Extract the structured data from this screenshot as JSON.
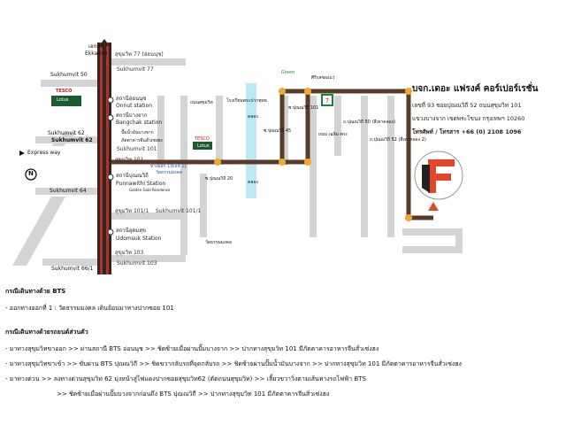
{
  "map": {
    "roads_left": {
      "ekkamai_th": "เอกมัย",
      "ekkamai": "Ekkamai",
      "sukhumvit50": "Sukhumvit 50",
      "sukhumvit62_a": "Sukhumvit 62",
      "sukhumvit62_b": "Sukhumvit 62",
      "expressway": "Express way",
      "sukhumvit64": "Sukhumvit 64",
      "sukhumvit66_1": "Sukhumvit 66/1"
    },
    "roads_right": {
      "s77_th": "สุขุมวิท 77 (อ่อนนุช)",
      "s77": "Sukhumvit 77",
      "s101_th": "สุขุมวิท 101",
      "s101": "Sukhumvit 101",
      "s101_1_th": "สุขุมวิท 101/1",
      "s101_1": "Sukhumvit 101/1",
      "s103_th": "สุขุมวิท 103",
      "s103": "Sukhumvit 103"
    },
    "stations": {
      "onnut_th": "สถานีอ่อนนุช",
      "onnut": "Onnut station",
      "bangchak_th": "สถานีบางจาก",
      "bangchak": "Bangchak station",
      "punnawithi_th": "สถานีปุณณวิถี",
      "punnawithi": "Punnawithi Station",
      "udomsuk_th": "สถานีอุดมสุข",
      "udomsuk": "Udomsuk Station"
    },
    "landmarks": {
      "tesco": "TESCO",
      "lotus": "Lotus",
      "tesco_small": "TESCO",
      "lotus_small": "Lotus",
      "gas": "ปั๊มน้ำมันบางจาก",
      "restaurant": "ภัตตาคารจีนสั่วเซ่งฮง",
      "exit": "ทางออก 1(Exit 1)",
      "exit2": "วัดธรรมมงคล",
      "golden": "Golden Gold Residence",
      "green": "Green",
      "ssj": "ศิริรสของแว่",
      "wat": "วัดธรรมมงคล",
      "school": "โรงเรียนพระปากพุทธ",
      "canal1": "คลอง",
      "canal2": "คลอง",
      "road_v1": "ซ.ปุณณวิถี 20",
      "road_v2": "ซ.ปุณณวิถี 45",
      "road_v3": "ซ.ปุณณวิถี 101",
      "road_v4": "ถ.ปุณณวิถี 50 (สีเทาคลอง)",
      "road_v5": "ถ.ปุณณวิถี 52 (สีเทาคลอง 2)",
      "road_v6": "ถนนสุขุมวิท",
      "road_v7": "ถนน เฉลิม พระ"
    },
    "company": {
      "name": "บจก.เดอะ แฟรงค์ คอร์เปอร์เรชั่น",
      "address1": "เลขที่ 93 ซอยปุณณวิถี 52  ถนนสุขุมวิท 101",
      "address2": "แขวงบางจาก เขตพระโขนง กรุงเทพฯ 10260",
      "phone": "โทรศัพท์ / โทรสาร +66 (0) 2108 1096"
    },
    "compass": "N"
  },
  "directions": {
    "bts_title": "กรณีเดินทางด้วย BTS",
    "bts_line": "- ออกทางออกที่ 1 : วัดธรรมมงคล เดินย้อนมาทางปากซอย 101",
    "car_title": "กรณีเดินทางด้วยรถยนต์ส่วนตัว",
    "car_lines": [
      "- มาทางสุขุมวิทขาออก >> ผ่านสถานี BTS อ่อนนุช >> ชิดซ้ายเมื่อผ่านปั๊มบางจาก >> ปากทางสุขุมวิท 101 มีภัตตาคารอาหารจีนสั่วเซ่งฮง",
      "- มาทางสุขุมวิทขาเข้า >> ขับผ่าน BTS ปุณณวิถี >> ชิดขวากลับรถที่จุดกลับรถ >> ชิดซ้ายผ่านปั๊มน้ำมันบางจาก >> ปากทางสุขุมวิท 101 มีภัตตาคารอาหารจีนสั่วเซ่งฮง",
      "- มาทางด่วน >> ลงทางด่วนสุขุมวิท 62 มุ่งหน้าสู่ไฟแดงปากซอยสุขุมวิท62 (ตัดถนนสุขุมวิท) >> เลี้ยวขวาวิ่งตามเส้นทางรถไฟฟ้า BTS",
      ">> ชิดซ้ายเมื่อผ่านปั๊มบางจากก่อนถึง BTS ปุณณวิถี >> ปากทางสุขุมวิท 101 มีภัตตาคารจีนสิ่วเซ่งฮง"
    ]
  }
}
